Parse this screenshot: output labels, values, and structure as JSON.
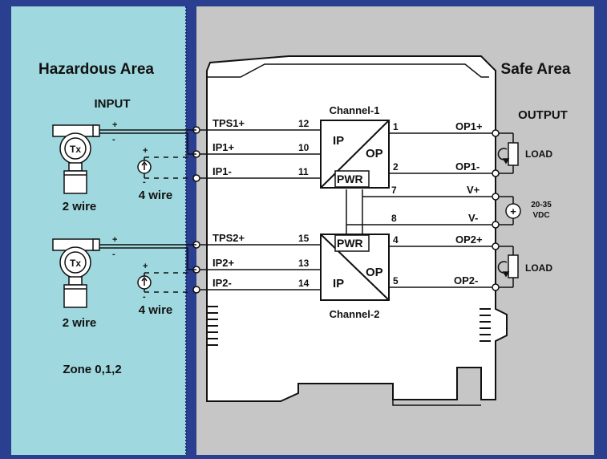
{
  "areas": {
    "hazardous": "Hazardous Area",
    "safe": "Safe Area",
    "zone": "Zone 0,1,2"
  },
  "sides": {
    "input": "INPUT",
    "output": "OUTPUT"
  },
  "channels": {
    "ch1": "Channel-1",
    "ch2": "Channel-2"
  },
  "block_labels": {
    "ip": "IP",
    "op": "OP",
    "pwr": "PWR"
  },
  "transmitter": {
    "symbol": "Tx",
    "plus": "+",
    "minus": "-",
    "two_wire": "2 wire",
    "four_wire": "4 wire"
  },
  "terminals": {
    "left": [
      {
        "name": "TPS1+",
        "num": "12"
      },
      {
        "name": "IP1+",
        "num": "10"
      },
      {
        "name": "IP1-",
        "num": "11"
      },
      {
        "name": "TPS2+",
        "num": "15"
      },
      {
        "name": "IP2+",
        "num": "13"
      },
      {
        "name": "IP2-",
        "num": "14"
      }
    ],
    "right": [
      {
        "name": "OP1+",
        "num": "1"
      },
      {
        "name": "OP1-",
        "num": "2"
      },
      {
        "name": "V+",
        "num": "7"
      },
      {
        "name": "V-",
        "num": "8"
      },
      {
        "name": "OP2+",
        "num": "4"
      },
      {
        "name": "OP2-",
        "num": "5"
      }
    ]
  },
  "load": "LOAD",
  "supply": {
    "line1": "20-35",
    "line2": "VDC",
    "symbol": "+"
  },
  "colors": {
    "frame": "#2a3f8f",
    "hazard_bg": "#9fd8de",
    "safe_bg": "#c6c6c6",
    "module": "#ffffff",
    "line": "#111111"
  }
}
